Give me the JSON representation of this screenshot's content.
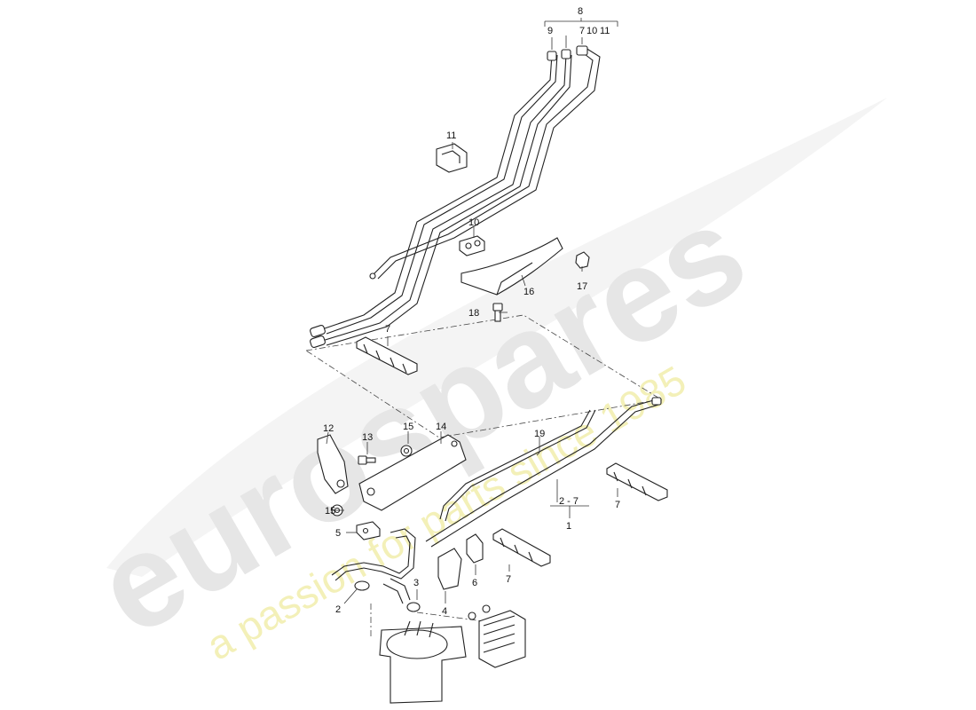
{
  "watermark": {
    "brand": "eurospares",
    "slogan": "a passion for parts since 1985",
    "brand_color": "#e6e6e6",
    "slogan_color": "#f3f0b8"
  },
  "callouts": {
    "c8": "8",
    "c9": "9",
    "c7top": "7",
    "c10top": "10",
    "c11top": "11",
    "c11": "11",
    "c10": "10",
    "c17": "17",
    "c16": "16",
    "c18": "18",
    "c7a": "7",
    "c12": "12",
    "c13": "13",
    "c15a": "15",
    "c14": "14",
    "c19": "19",
    "c2to7": "2 - 7",
    "c1": "1",
    "c7b": "7",
    "c15b": "15",
    "c5": "5",
    "c6": "6",
    "c7c": "7",
    "c3": "3",
    "c2": "2",
    "c4": "4"
  }
}
